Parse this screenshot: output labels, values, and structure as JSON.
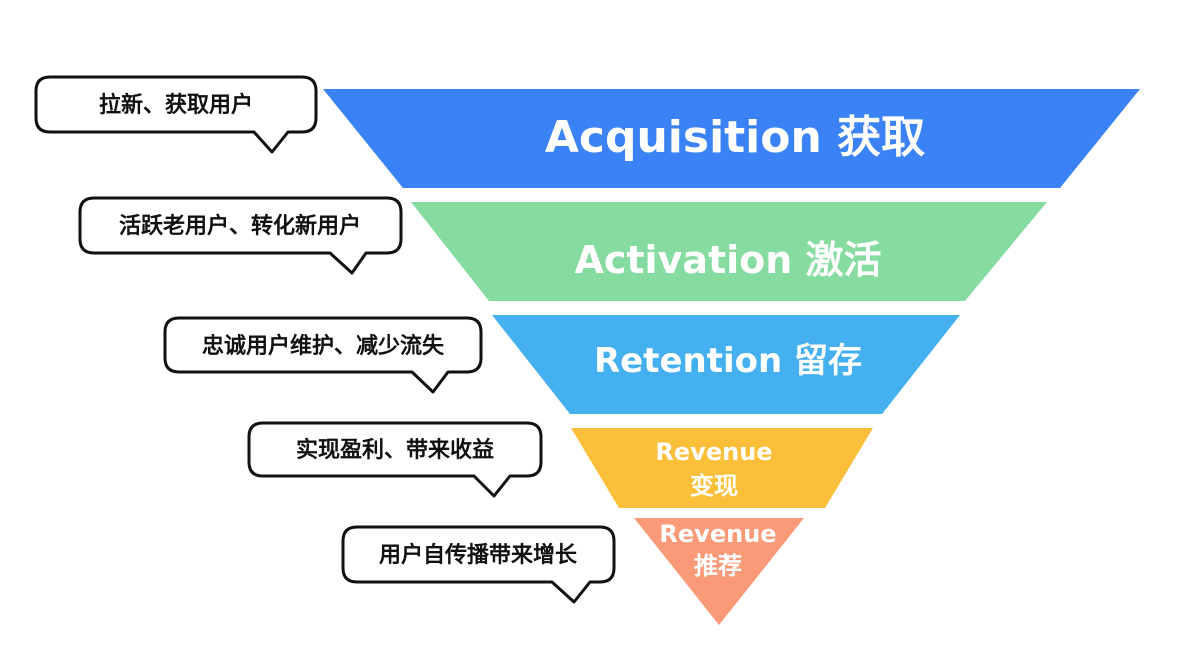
{
  "funnel": [
    {
      "title": "Acquisition  获取",
      "color": "#3b82f6"
    },
    {
      "title": "Activation 激活",
      "color": "#86dba0"
    },
    {
      "title": "Retention 留存",
      "color": "#45b0f0"
    },
    {
      "title_line1": "Revenue",
      "title_line2": "变现",
      "color": "#fbbf3a"
    },
    {
      "title_line1": "Revenue",
      "title_line2": "推荐",
      "color": "#fb9a78"
    }
  ],
  "bubbles": [
    {
      "text": "拉新、获取用户"
    },
    {
      "text": "活跃老用户、转化新用户"
    },
    {
      "text": "忠诚用户维护、减少流失"
    },
    {
      "text": "实现盈利、带来收益"
    },
    {
      "text": "用户自传播带来增长"
    }
  ]
}
